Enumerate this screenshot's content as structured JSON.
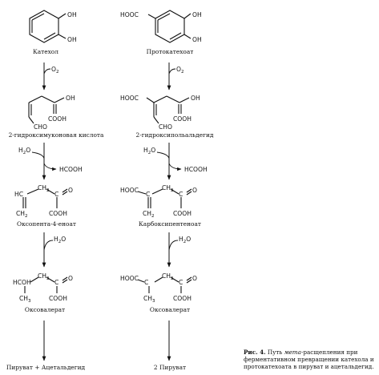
{
  "compounds": {
    "catechol": "Катехол",
    "protocatechuate": "Протокатехоат",
    "hydroxymuconic_acid": "2-гидроксимуконовая кислота",
    "hydroxymuconic_semialdehyde": "2-гидроксипольальдегид",
    "oxopentenoate": "Оксопента-4-еноат",
    "carboxypentenoate": "Карбоксипентеноат",
    "oxovalerate_left": "Оксовалерат",
    "oxovalerate_right": "Оксовалерат",
    "product_left": "Пируват + Ацетальдегид",
    "product_right": "2 Пируват"
  },
  "reagents": {
    "o2": "O",
    "o2_sub": "2",
    "h2o_prefix": "H",
    "h2o_sub": "2",
    "h2o_suffix": "O",
    "hcooh": "HCOOH"
  },
  "groups": {
    "oh": "OH",
    "hooc": "HOOC",
    "cooh": "COOH",
    "cho": "CHO",
    "hc": "HC",
    "ch2": "CH",
    "ch2_sub": "2",
    "ch": "CH",
    "ch3": "CH",
    "ch3_sub": "3",
    "hcoh": "HCOH",
    "c": "C",
    "o": "O"
  },
  "caption": {
    "label": "Рис. 4.",
    "text_a": " Путь ",
    "text_italic": "мета",
    "text_b": "-расщепления при ферментативном превращении катехола и протокатехоата в пируват и ацетальдегид."
  }
}
